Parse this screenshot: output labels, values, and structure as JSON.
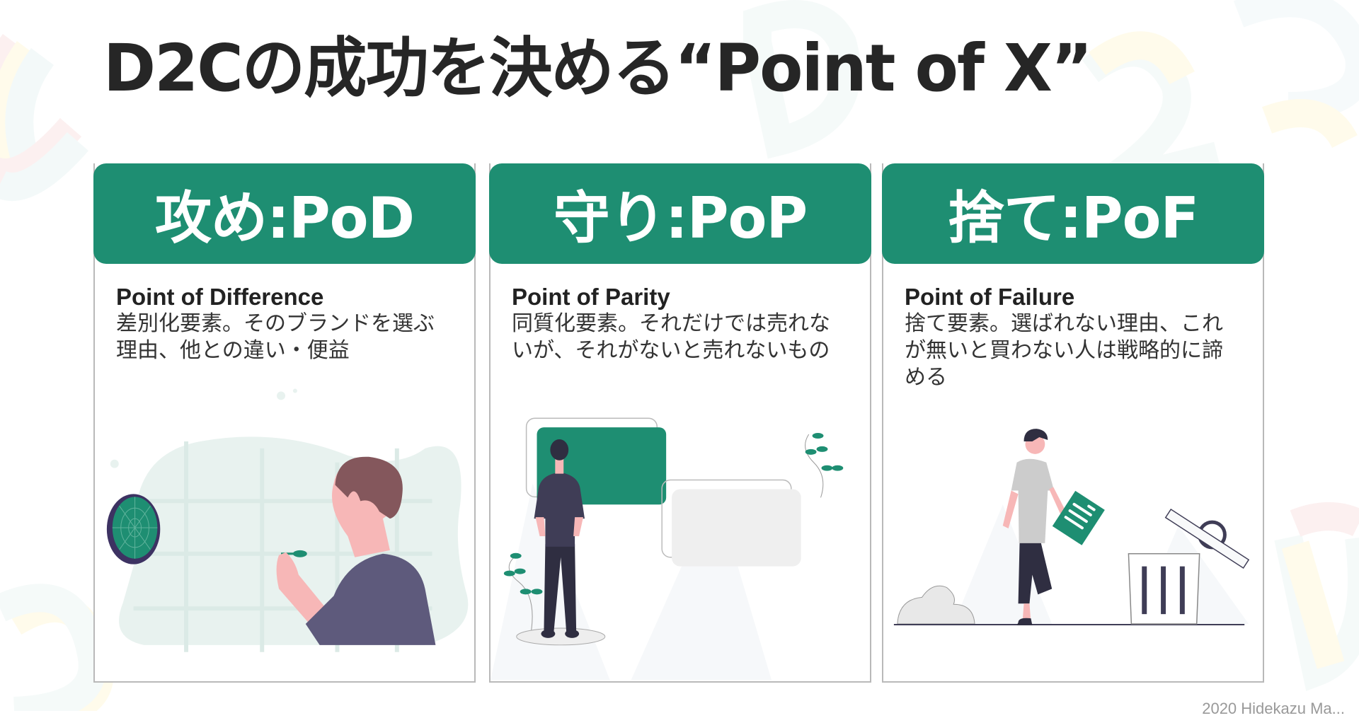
{
  "slide": {
    "title": "D2Cの成功を決める“Point of X”",
    "accent_color": "#1e8e72",
    "footer": "2020 Hidekazu Ma..."
  },
  "cards": [
    {
      "header": "攻め:PoD",
      "subtitle": "Point of Difference",
      "description_lines": [
        "差別化要素。そのブランドを選ぶ",
        "理由、他との違い・便益"
      ],
      "illustration": "person-throwing-dart-at-dartboard"
    },
    {
      "header": "守り:PoP",
      "subtitle": "Point of Parity",
      "description_lines": [
        "同質化要素。それだけでは売れな",
        "いが、それがないと売れないもの"
      ],
      "illustration": "person-looking-at-boards"
    },
    {
      "header": "捨て:PoF",
      "subtitle": "Point of Failure",
      "description_lines": [
        "捨て要素。選ばれない理由、これ",
        "が無いと買わない人は戦略的に諦",
        "める"
      ],
      "illustration": "person-throwing-document-in-trash"
    }
  ]
}
